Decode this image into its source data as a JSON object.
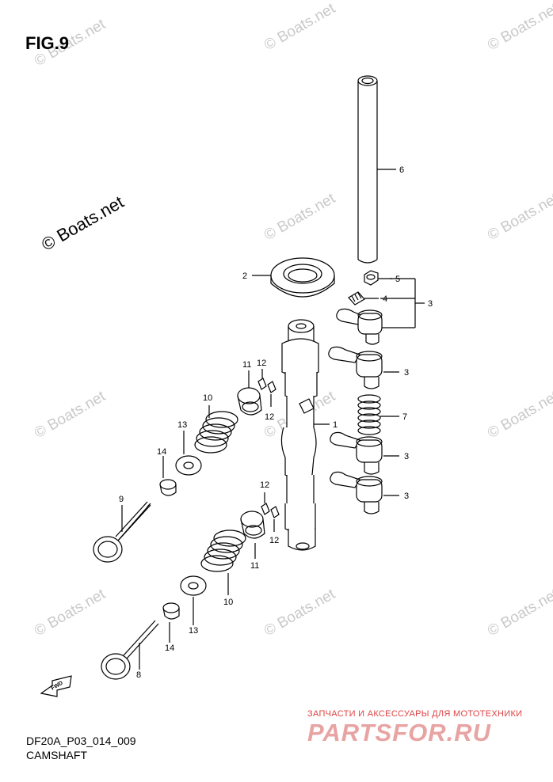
{
  "figure": {
    "title": "FIG.9",
    "code": "DF20A_P03_014_009",
    "name": "CAMSHAFT"
  },
  "watermark": {
    "text": "© Boats.net",
    "main_text": "© Boats.net"
  },
  "partsfor": {
    "tagline": "ЗАПЧАСТИ И АКСЕССУАРЫ ДЛЯ МОТОТЕХНИКИ",
    "logo": "PARTSFOR.RU"
  },
  "callouts": {
    "c1": "1",
    "c2": "2",
    "c3a": "3",
    "c3b": "3",
    "c3c": "3",
    "c3d": "3",
    "c4": "4",
    "c5": "5",
    "c6": "6",
    "c7": "7",
    "c8": "8",
    "c9": "9",
    "c10a": "10",
    "c10b": "10",
    "c11a": "11",
    "c11b": "11",
    "c12a": "12",
    "c12b": "12",
    "c12c": "12",
    "c12d": "12",
    "c13a": "13",
    "c13b": "13",
    "c14a": "14",
    "c14b": "14"
  },
  "fwd_label": "FWD",
  "colors": {
    "line": "#000000",
    "watermark": "#c9c9c9",
    "partsfor_red": "#dd4444",
    "partsfor_pink": "#e8a3a3"
  }
}
